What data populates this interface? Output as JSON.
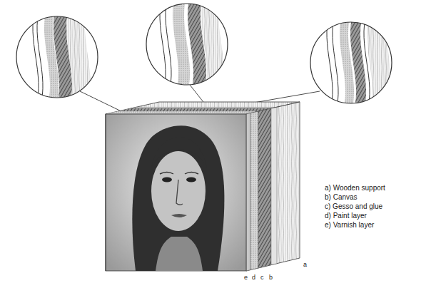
{
  "diagram": {
    "labels": [
      "a) Wooden support",
      "b) Canvas",
      "c) Gesso and glue",
      "d) Paint layer",
      "e) Varnish layer",
      "e",
      "d",
      "c",
      "b",
      "a"
    ]
  }
}
